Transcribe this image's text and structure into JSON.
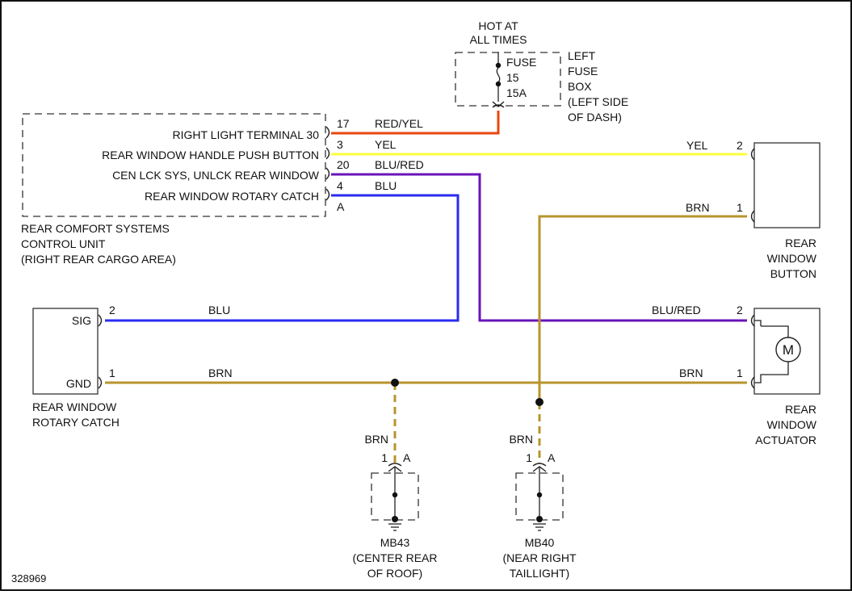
{
  "fuse": {
    "hot_line1": "HOT AT",
    "hot_line2": "ALL TIMES",
    "label": "FUSE",
    "number": "15",
    "rating": "15A",
    "location_lines": [
      "LEFT",
      "FUSE",
      "BOX",
      "(LEFT SIDE",
      "OF DASH)"
    ]
  },
  "control_unit": {
    "terminals": [
      {
        "label": "RIGHT LIGHT TERMINAL 30",
        "pin": "17",
        "wire": "RED/YEL"
      },
      {
        "label": "REAR WINDOW HANDLE PUSH BUTTON",
        "pin": "3",
        "wire": "YEL"
      },
      {
        "label": "CEN LCK SYS, UNLCK REAR WINDOW",
        "pin": "20",
        "wire": "BLU/RED"
      },
      {
        "label": "REAR WINDOW ROTARY CATCH",
        "pin": "4",
        "wire": "BLU"
      }
    ],
    "connector": "A",
    "name_lines": [
      "REAR COMFORT SYSTEMS",
      "CONTROL UNIT",
      "(RIGHT REAR CARGO AREA)"
    ]
  },
  "button": {
    "pin_top": "2",
    "wire_top": "YEL",
    "pin_bottom": "1",
    "wire_bottom": "BRN",
    "name_lines": [
      "REAR",
      "WINDOW",
      "BUTTON"
    ]
  },
  "rotary_catch": {
    "sig_label": "SIG",
    "gnd_label": "GND",
    "pin_sig": "2",
    "wire_sig": "BLU",
    "pin_gnd": "1",
    "wire_gnd": "BRN",
    "name_lines": [
      "REAR WINDOW",
      "ROTARY CATCH"
    ]
  },
  "actuator": {
    "pin_top": "2",
    "wire_top": "BLU/RED",
    "pin_bottom": "1",
    "wire_bottom": "BRN",
    "motor_symbol": "M",
    "name_lines": [
      "REAR",
      "WINDOW",
      "ACTUATOR"
    ]
  },
  "grounds": [
    {
      "wire": "BRN",
      "pin": "1",
      "connector": "A",
      "name_lines": [
        "MB43",
        "(CENTER REAR",
        "OF ROOF)"
      ]
    },
    {
      "wire": "BRN",
      "pin": "1",
      "connector": "A",
      "name_lines": [
        "MB40",
        "(NEAR RIGHT",
        "TAILLIGHT)"
      ]
    }
  ],
  "colors": {
    "red_yel": "#e8470f",
    "yel": "#ffff3c",
    "blu_red": "#6a13b8",
    "blu": "#2b2bf0",
    "brn": "#b8942d"
  },
  "figure_id": "328969"
}
